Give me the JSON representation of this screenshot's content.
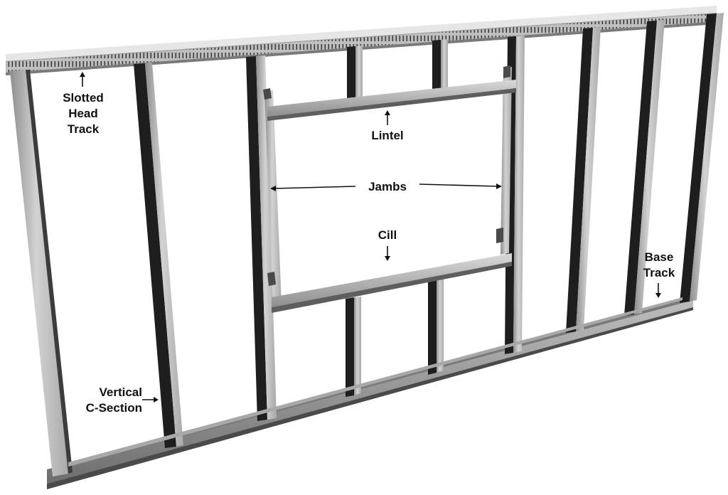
{
  "colors": {
    "steel_light": "#c9c9c9",
    "steel_mid": "#9d9d9d",
    "steel_shadow": "#1c1c1c",
    "label_text": "#111111"
  },
  "labels": {
    "slotted_head_track": [
      "Slotted",
      "Head",
      "Track"
    ],
    "lintel": "Lintel",
    "jambs": "Jambs",
    "cill": "Cill",
    "base_track": [
      "Base",
      "Track"
    ],
    "vertical_c_section": [
      "Vertical",
      "C-Section"
    ]
  }
}
